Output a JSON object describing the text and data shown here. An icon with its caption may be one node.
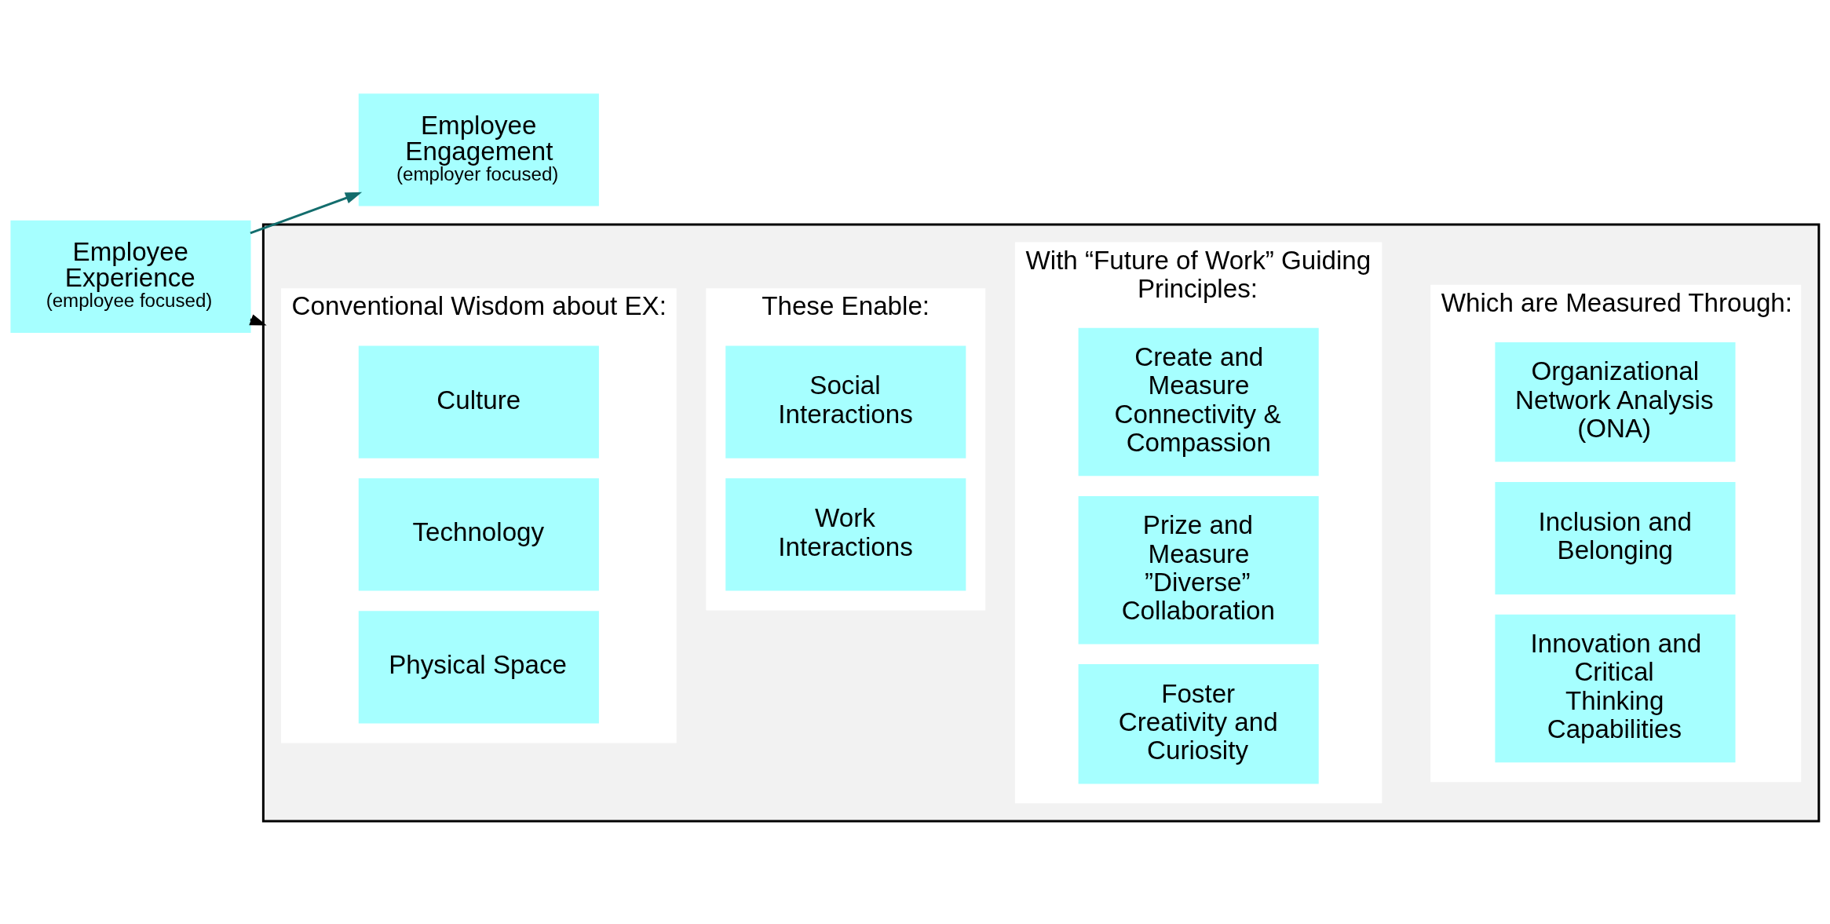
{
  "diagram": {
    "nodes": [
      {
        "text": [
          "Employee Experience",
          "(employee focused)"
        ]
      },
      {
        "text": [
          "Employee Engagement",
          "(employer focused)"
        ]
      },
      {
        "text": [],
        "shape": "box"
      },
      {
        "text": [
          "Conventional Wisdom about EX:"
        ],
        "in": 2
      },
      {
        "text": [
          "Culture"
        ],
        "in": 3
      },
      {
        "text": [
          "Technology"
        ],
        "in": 3
      },
      {
        "text": [
          "Physical Space"
        ],
        "in": 3
      },
      {
        "text": [
          "These Enable:"
        ],
        "in": 2
      },
      {
        "text": [
          "Social Interactions"
        ],
        "in": 7
      },
      {
        "text": [
          "Work Interactions"
        ],
        "in": 7
      },
      {
        "text": [
          "With “Future of Work” Guiding Principles:"
        ],
        "in": 2
      },
      {
        "text": [
          "Create and Measure Connectivity & Compassion"
        ],
        "in": 10
      },
      {
        "text": [
          "Prize and Measure ”Diverse” Collaboration"
        ],
        "in": 10
      },
      {
        "text": [
          "Foster Creativity and Curiosity"
        ],
        "in": 10
      },
      {
        "text": [
          "Which are Measured Through:"
        ],
        "in": 2
      },
      {
        "text": [
          "Organizational Network Analysis (ONA)"
        ],
        "in": 14
      },
      {
        "text": [
          "Inclusion and Belonging"
        ],
        "in": 14
      },
      {
        "text": [
          "Innovation and Critical Thinking Capabilities"
        ],
        "in": 14
      }
    ],
    "edges": [
      {
        "from": 0,
        "to": 1,
        "arrow": "to",
        "color": "#136d6d"
      },
      {
        "from": 0,
        "to": 2,
        "arrow": "to",
        "color": "#000000"
      }
    ]
  }
}
